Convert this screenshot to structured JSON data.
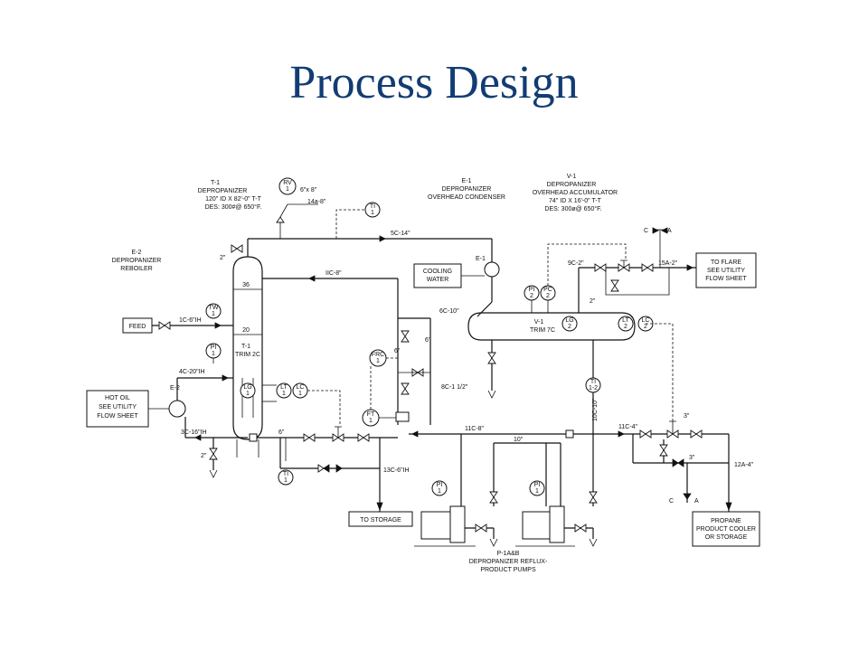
{
  "slide": {
    "title": "Process Design"
  },
  "equipment": {
    "t1": {
      "tag": "T-1",
      "name": "DEPROPANIZER",
      "spec1": "120\" ID X 82'-0\" T-T",
      "spec2": "DES: 300#@ 650°F."
    },
    "e1": {
      "tag": "E-1",
      "name1": "DEPROPANIZER",
      "name2": "OVERHEAD CONDENSER"
    },
    "v1": {
      "tag": "V-1",
      "name1": "DEPROPANIZER",
      "name2": "OVERHEAD ACCUMULATOR",
      "spec1": "74\" ID X 16'-0\" T-T",
      "spec2": "DES: 300ø@ 650°F."
    },
    "e2": {
      "tag": "E-2",
      "name1": "DEPROPANIZER",
      "name2": "REBOILER"
    },
    "pumps": {
      "tag": "P-1A&B",
      "name1": "DEPROPANIZER REFLUX-",
      "name2": "PRODUCT PUMPS"
    }
  },
  "boxes": {
    "feed": "FEED",
    "cooling1": "COOLING",
    "cooling2": "WATER",
    "hotoil1": "HOT OIL",
    "hotoil2": "SEE UTILITY",
    "hotoil3": "FLOW SHEET",
    "flare1": "TO FLARE",
    "flare2": "SEE UTILITY",
    "flare3": "FLOW SHEET",
    "storage": "TO STORAGE",
    "propane1": "PROPANE",
    "propane2": "PRODUCT COOLER",
    "propane3": "OR STORAGE"
  },
  "vessel_labels": {
    "tower_top": "36",
    "tower_mid": "20",
    "tower_tag": "T-1",
    "tower_trim": "TRIM 2C",
    "drum_tag": "V-1",
    "drum_trim": "TRIM 7C",
    "e1_tag": "E-1",
    "e2_tag": "E-2"
  },
  "instruments": [
    {
      "code": "RV",
      "num": "1"
    },
    {
      "code": "TI",
      "num": "1"
    },
    {
      "code": "TW",
      "num": "1"
    },
    {
      "code": "PI",
      "num": "1"
    },
    {
      "code": "LG",
      "num": "1"
    },
    {
      "code": "LT",
      "num": "1"
    },
    {
      "code": "LC",
      "num": "1"
    },
    {
      "code": "TI",
      "num": "1"
    },
    {
      "code": "FRC",
      "num": "1"
    },
    {
      "code": "FT",
      "num": "1"
    },
    {
      "code": "PI",
      "num": "2"
    },
    {
      "code": "PC",
      "num": "2"
    },
    {
      "code": "LG",
      "num": "2"
    },
    {
      "code": "LT",
      "num": "2"
    },
    {
      "code": "LC",
      "num": "2"
    },
    {
      "code": "TI",
      "num": "1-2"
    },
    {
      "code": "PI",
      "num": "1"
    },
    {
      "code": "PI",
      "num": "1"
    }
  ],
  "line_labels": {
    "rv_size": "6\"x 8\"",
    "rv_line": "14a-8\"",
    "overhead": "5C-14\"",
    "reflux": "IIC-8\"",
    "feed": "1C-6\"IH",
    "hotoil_in": "4C-20\"IH",
    "hotoil_out": "3C-16\"IH",
    "drain2": "2\"",
    "top2": "2\"",
    "bottoms6": "6\"",
    "storage_line": "13C-6\"IH",
    "condenser_out": "6C-10\"",
    "v1_vent": "9C-2\"",
    "v1_vent2": "2\"",
    "flare_line": "15A-2\"",
    "bypass": "8C-1 1/2\"",
    "frc_6a": "6\"",
    "frc_6b": "6\"",
    "pump_suction": "10C-10\"",
    "pump_disch": "11C-8\"",
    "pump_10": "10\"",
    "product": "11C-4\"",
    "product_3a": "3\"",
    "product_3b": "3\"",
    "product_12a": "12A-4\"",
    "c1": "C",
    "a1": "A",
    "c2": "C",
    "a2": "A"
  }
}
